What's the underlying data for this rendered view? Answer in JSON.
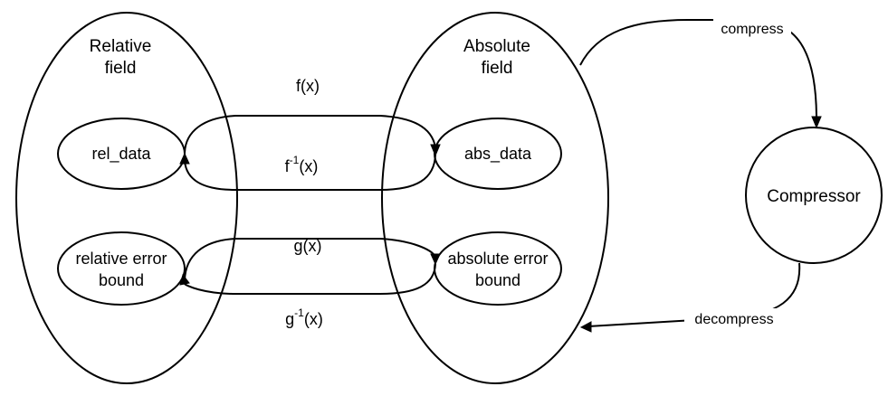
{
  "fields": {
    "relative": {
      "line1": "Relative",
      "line2": "field"
    },
    "absolute": {
      "line1": "Absolute",
      "line2": "field"
    }
  },
  "nodes": {
    "rel_data": "rel_data",
    "abs_data": "abs_data",
    "relative_error_bound": {
      "line1": "relative error",
      "line2": "bound"
    },
    "absolute_error_bound": {
      "line1": "absolute error",
      "line2": "bound"
    },
    "compressor": "Compressor"
  },
  "edges": {
    "f": "f(x)",
    "f_inverse": {
      "base": "f",
      "exponent": "-1",
      "arg": "(x)"
    },
    "g": "g(x)",
    "g_inverse": {
      "base": "g",
      "exponent": "-1",
      "arg": "(x)"
    },
    "compress": "compress",
    "decompress": "decompress"
  }
}
